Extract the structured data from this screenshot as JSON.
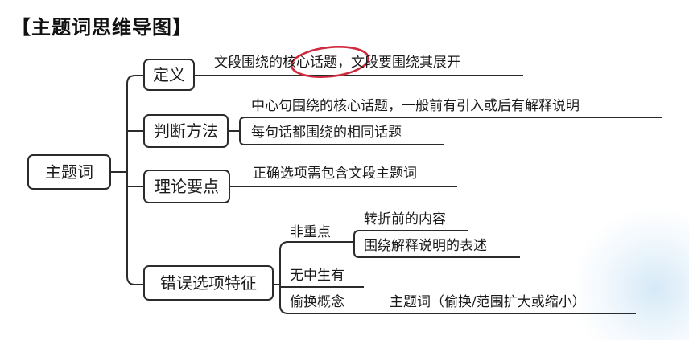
{
  "title": "【主题词思维导图】",
  "root": "主题词",
  "branches": {
    "definition": {
      "label": "定义",
      "text_before": "文段围绕的",
      "highlight": "核心话题",
      "text_after": "，文段要围绕其展开"
    },
    "method": {
      "label": "判断方法",
      "items": [
        "中心句围绕的核心话题，一般前有引入或后有解释说明",
        "每句话都围绕的相同话题"
      ]
    },
    "theory": {
      "label": "理论要点",
      "text": "正确选项需包含文段主题词"
    },
    "errors": {
      "label": "错误选项特征",
      "non_key": {
        "label": "非重点",
        "items": [
          "转折前的内容",
          "围绕解释说明的表述"
        ]
      },
      "fabricate": "无中生有",
      "swap": {
        "label": "偷换概念",
        "text": "主题词（偷换/范围扩大或缩小）"
      }
    }
  },
  "colors": {
    "line": "#2b2b2b",
    "highlight_circle": "#d0283c"
  }
}
